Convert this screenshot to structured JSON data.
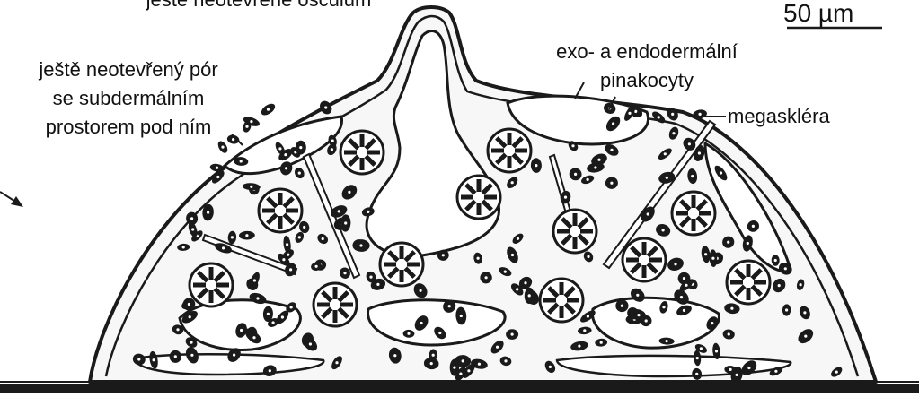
{
  "labels": {
    "osculum": "ještě neotevřené osculum",
    "pore_line1": "ještě neotevřený pór",
    "pore_line2": "se subdermálním",
    "pore_line3": "prostorem pod ním",
    "pinaco_line1": "exo- a endodermální",
    "pinaco_line2": "pinakocyty",
    "megasklera": "megaskléra",
    "scale": "50 µm"
  },
  "colors": {
    "ink": "#1a1a1a",
    "paper": "#ffffff",
    "tissue_fill": "#f7f7f7"
  }
}
